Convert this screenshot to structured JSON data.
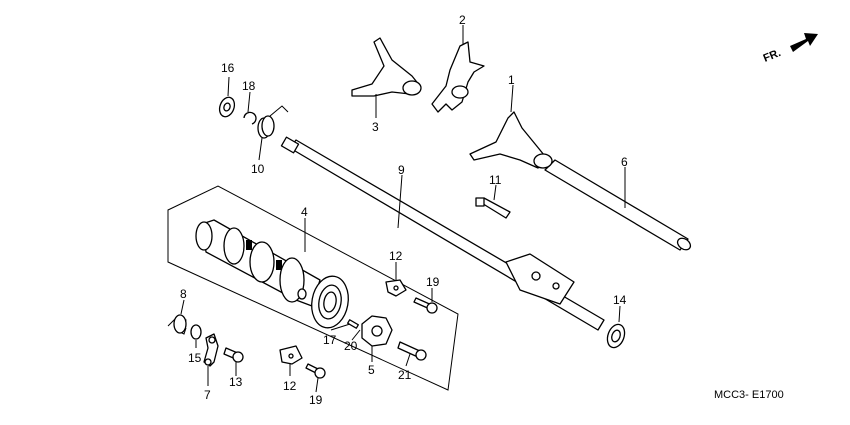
{
  "diagram": {
    "code": "MCC3- E1700",
    "direction_label": "FR.",
    "callouts": {
      "c1": "1",
      "c2": "2",
      "c3": "3",
      "c4": "4",
      "c5": "5",
      "c6": "6",
      "c7": "7",
      "c8": "8",
      "c9": "9",
      "c10": "10",
      "c11": "11",
      "c12a": "12",
      "c12b": "12",
      "c13": "13",
      "c14": "14",
      "c15": "15",
      "c16": "16",
      "c17": "17",
      "c18": "18",
      "c19a": "19",
      "c19b": "19",
      "c20": "20",
      "c21": "21"
    }
  }
}
